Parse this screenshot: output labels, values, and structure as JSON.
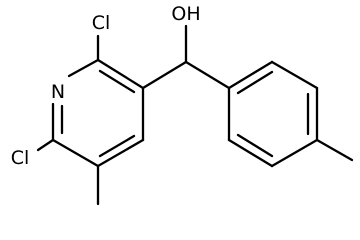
{
  "molecule": {
    "atom_labels": {
      "hydroxyl": "OH",
      "ring_nitrogen": "N",
      "chlorine_top": "Cl",
      "chlorine_bottom": "Cl"
    },
    "ink_color": "#000000",
    "background_color": "#ffffff"
  }
}
